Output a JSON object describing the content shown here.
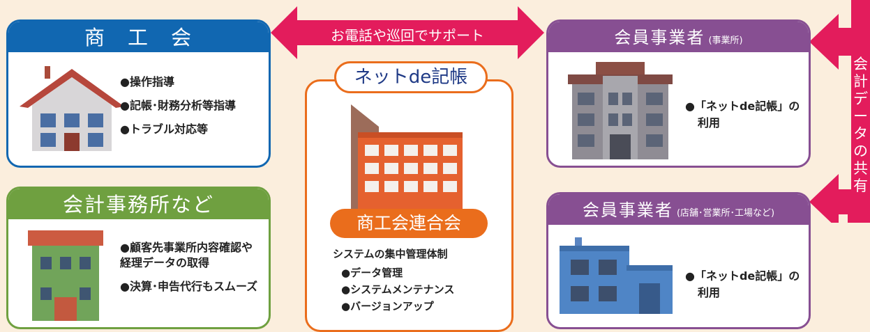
{
  "colors": {
    "shokokai": "#1167b1",
    "accounting": "#6fa040",
    "center": "#ea6d1c",
    "member": "#874f92",
    "arrow": "#e31c5c",
    "background": "#fbeedd"
  },
  "top_arrow": {
    "label": "お電話や巡回でサポート"
  },
  "shokokai": {
    "title": "商　工　会",
    "items": [
      "操作指導",
      "記帳･財務分析等指導",
      "トラブル対応等"
    ]
  },
  "accounting_office": {
    "title": "会計事務所など",
    "items": [
      "顧客先事業所内容確認や経理データの取得",
      "決算･申告代行もスムーズ"
    ]
  },
  "center": {
    "badge": "ネットde記帳",
    "org_label": "商工会連合会",
    "system_title": "システムの集中管理体制",
    "items": [
      "データ管理",
      "システムメンテナンス",
      "バージョンアップ"
    ]
  },
  "member_office": {
    "title": "会員事業者",
    "subtitle": "(事業所)",
    "item_line1": "「ネットde記帳」の",
    "item_line2": "利用"
  },
  "member_shop": {
    "title": "会員事業者",
    "subtitle": "(店舗･営業所･工場など)",
    "item_line1": "「ネットde記帳」の",
    "item_line2": "利用"
  },
  "share_label": "会計データの共有",
  "icons": [
    "house-icon",
    "office-building-icon",
    "shop-building-icon",
    "accounting-house-icon",
    "federation-building-icon"
  ]
}
